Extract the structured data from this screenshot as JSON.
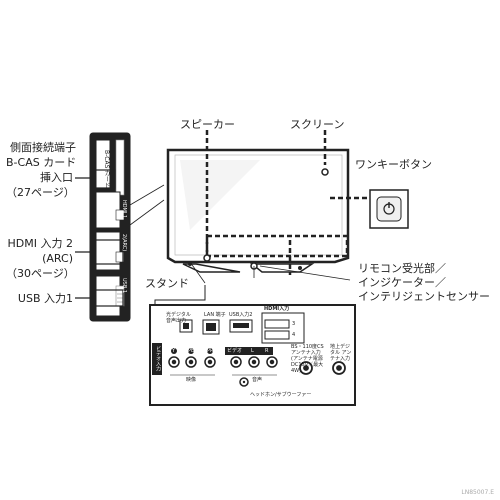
{
  "labels": {
    "side_terminal": "側面接続端子",
    "bcas": "B-CAS カード",
    "insert": "挿入口",
    "page27": "（27ページ）",
    "hdmi2": "HDMI 入力 2",
    "arc": "(ARC)",
    "page30": "（30ページ）",
    "usb1": "USB 入力1",
    "speaker": "スピーカー",
    "screen": "スクリーン",
    "onekey": "ワンキーボタン",
    "stand": "スタンド",
    "remote1": "リモコン受光部／",
    "remote2": "インジケーター／",
    "remote3": "インテリジェントセンサー"
  },
  "side_panel": {
    "bcas_card": "B-CAS カード",
    "hdmi1": "HDMI 1",
    "hdmi2_arc": "2(ARC)",
    "usb": "USB 1"
  },
  "rear_panel": {
    "optical": "光デジタル 音声出力",
    "lan": "LAN 端子",
    "usb2": "USB入力2",
    "hdmi_in": "HDMI入力",
    "hdmi3": "3",
    "hdmi4": "4",
    "video_in": "ビデオ入力",
    "y": "Y",
    "pb": "PB",
    "pr": "PR",
    "video": "ビデオ",
    "l": "L",
    "r": "R",
    "video_group": "映像",
    "audio_group": "音声",
    "bs_antenna": "BS・110度CS アンテナ入力 (アンテナ電源 DC15V／最大4W)",
    "terrestrial": "地上デジタル アンテナ入力",
    "headphone": "ヘッドホン/サブウーファー"
  },
  "watermark": "LN85007.E"
}
